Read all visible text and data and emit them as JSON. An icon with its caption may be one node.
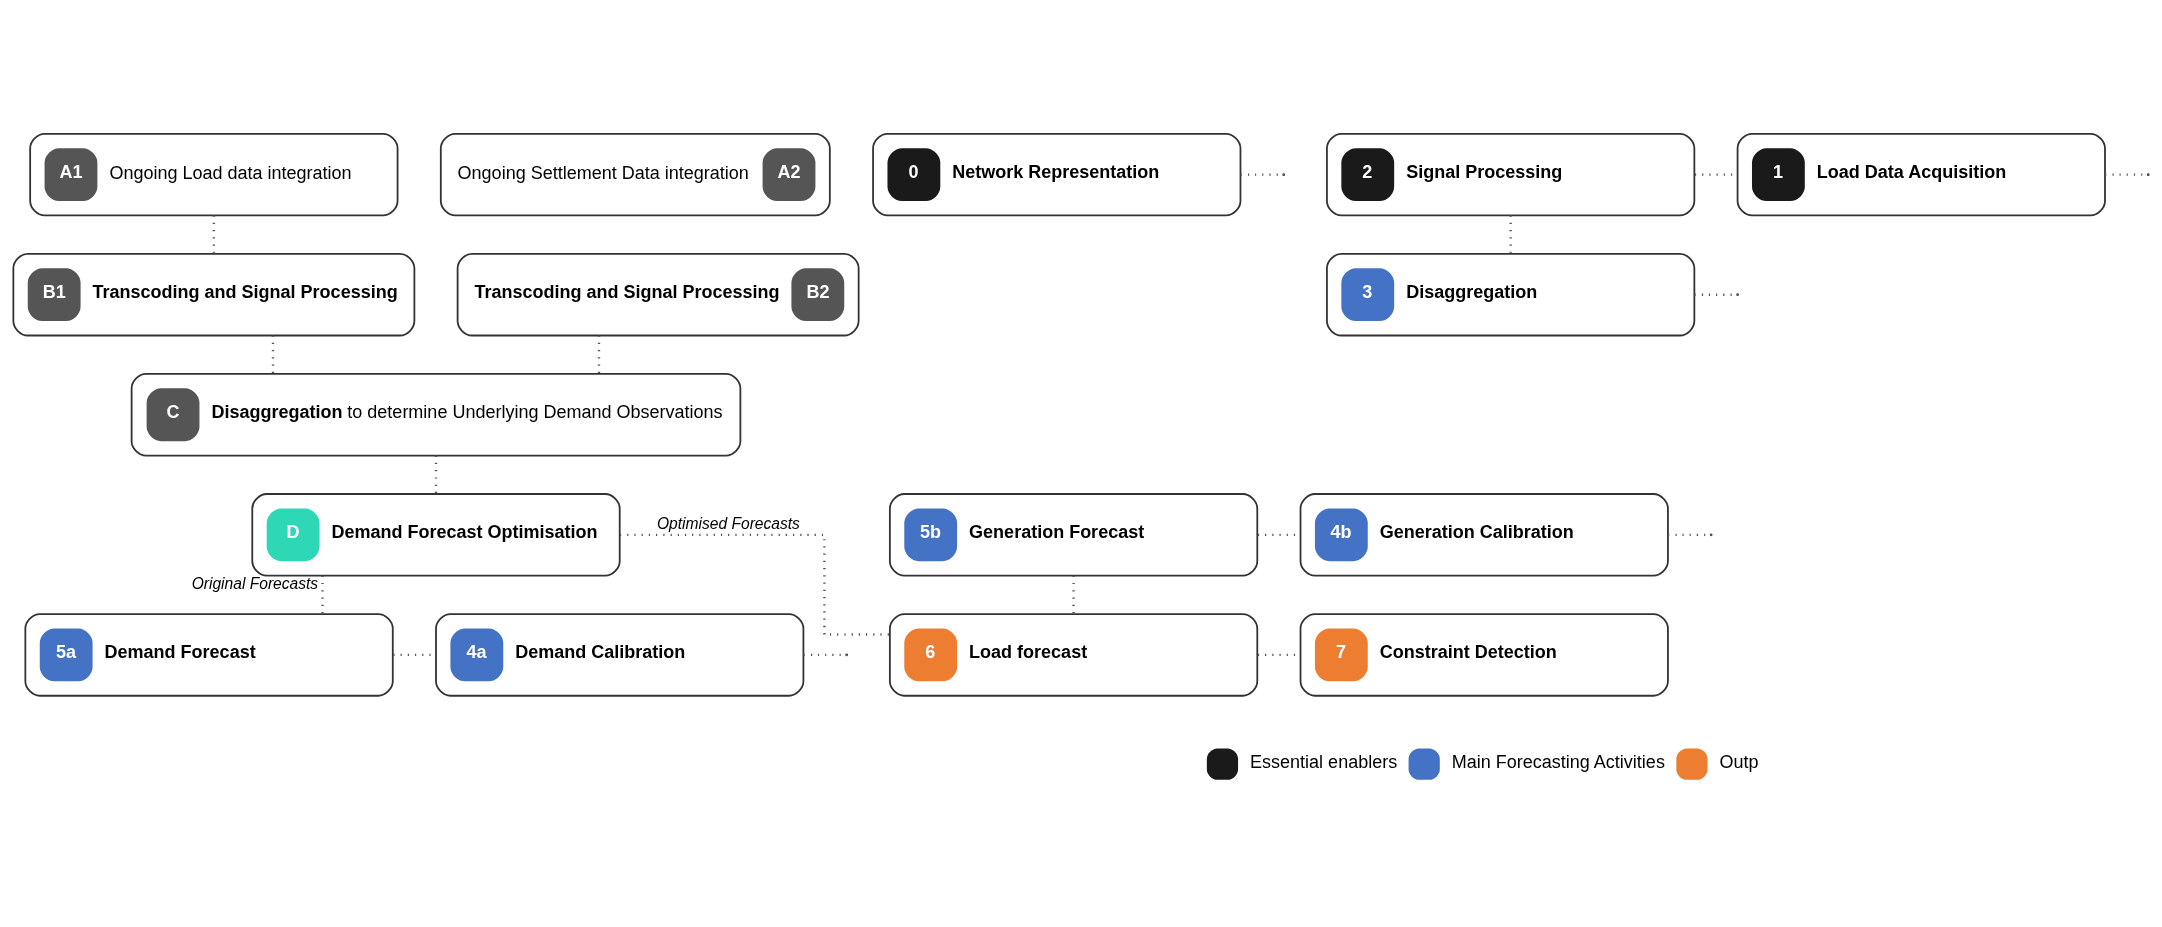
{
  "diagram": {
    "nodes": [
      {
        "text": [
          "A1",
          "Ongoing Load data integration"
        ]
      },
      {
        "text": [
          "Ongoing Settlement Data integration",
          "A2"
        ]
      },
      {
        "text": [
          "B1",
          "**Transcoding and Signal Processing**"
        ]
      },
      {
        "text": [
          "**Transcoding and Signal Processing**",
          "B2"
        ]
      },
      {
        "text": [
          "C",
          "**Disaggregation** to determine Underlying Demand Observations"
        ]
      },
      {
        "text": [
          "D",
          "**Demand Forecast Optimisation**"
        ]
      },
      {
        "text": [
          "0",
          "**Network Representation**"
        ]
      },
      {
        "text": [
          "2",
          "**Signal Processing**"
        ]
      },
      {
        "text": [
          "1",
          "**Load Data Acquisition**"
        ]
      },
      {
        "text": [
          "3",
          "**Disaggregation**"
        ]
      },
      {
        "text": [
          "5a",
          "**Demand Forecast**"
        ]
      },
      {
        "text": [
          "4a",
          "**Demand Calibration**"
        ]
      },
      {
        "text": [
          "5b",
          "**Generation Forecast**"
        ]
      },
      {
        "text": [
          "4b",
          "**Generation Calibration**"
        ]
      },
      {
        "text": [
          "6",
          "**Load forecast**"
        ]
      },
      {
        "text": [
          "7",
          "**Constraint Detection**"
        ]
      }
    ],
    "edges": [
      {
        "from": 0,
        "to": 2,
        "arrow": "none"
      },
      {
        "from": 2,
        "to": 4,
        "arrow": "none"
      },
      {
        "from": 3,
        "to": 4,
        "arrow": "none"
      },
      {
        "from": 4,
        "to": 5,
        "arrow": "none"
      },
      {
        "from": 5,
        "to": 10,
        "arrow": "none",
        "label": "Original Forecasts"
      },
      {
        "from": 5,
        "to": 14,
        "arrow": "none",
        "label": "Optimised Forecasts"
      },
      {
        "from": 6,
        "to": null,
        "arrow": "none"
      },
      {
        "from": 7,
        "to": 8,
        "arrow": "none"
      },
      {
        "from": 8,
        "to": null,
        "arrow": "none"
      },
      {
        "from": 7,
        "to": 9,
        "arrow": "none"
      },
      {
        "from": 9,
        "to": null,
        "arrow": "none"
      },
      {
        "from": 10,
        "to": 11,
        "arrow": "none"
      },
      {
        "from": 11,
        "to": null,
        "arrow": "none"
      },
      {
        "from": 12,
        "to": 13,
        "arrow": "none"
      },
      {
        "from": 13,
        "to": null,
        "arrow": "none"
      },
      {
        "from": 12,
        "to": 14,
        "arrow": "none"
      },
      {
        "from": 14,
        "to": 15,
        "arrow": "none"
      }
    ],
    "legend": [
      {
        "text": "Essential enablers",
        "color": "#1a1a1a"
      },
      {
        "text": "Main Forecasting Activities",
        "color": "#4472c4"
      },
      {
        "text": "Outp",
        "color": "#ed7d31"
      }
    ]
  }
}
